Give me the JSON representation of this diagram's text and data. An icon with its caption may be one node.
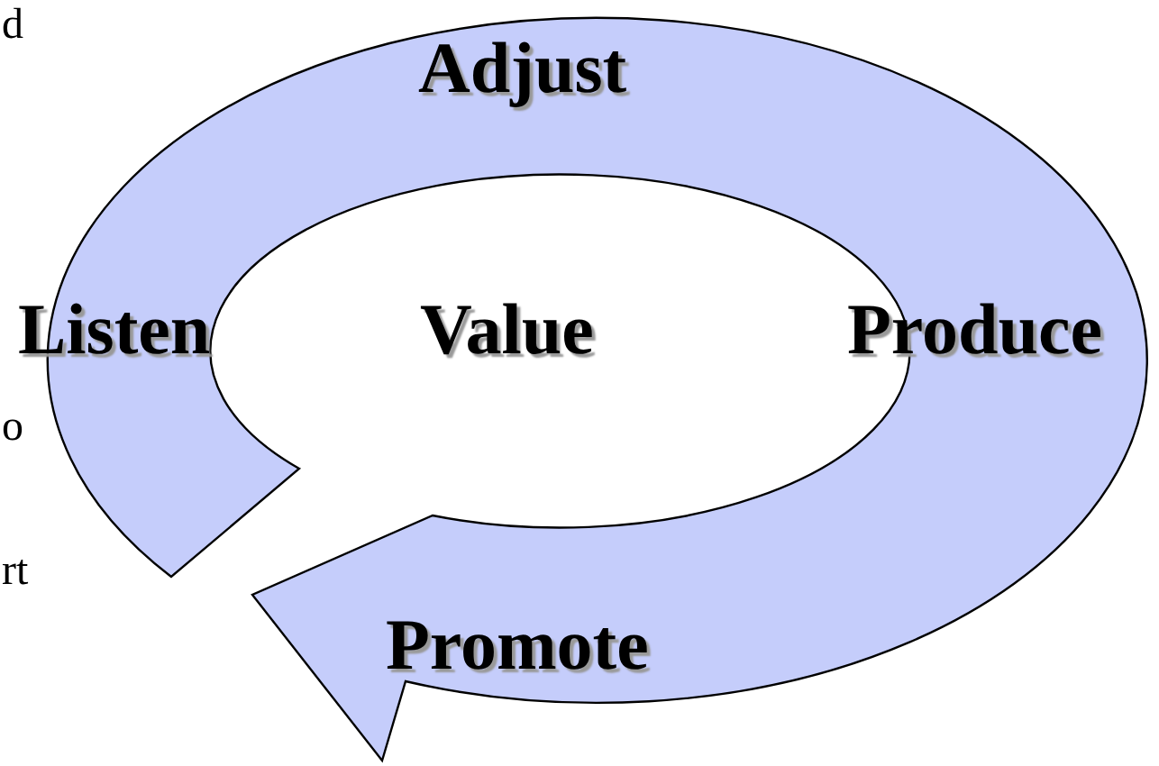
{
  "diagram": {
    "labels": [
      "d",
      "Adjust",
      "Listen",
      "Value",
      "Produce",
      "o",
      "rt",
      "Promote"
    ]
  }
}
